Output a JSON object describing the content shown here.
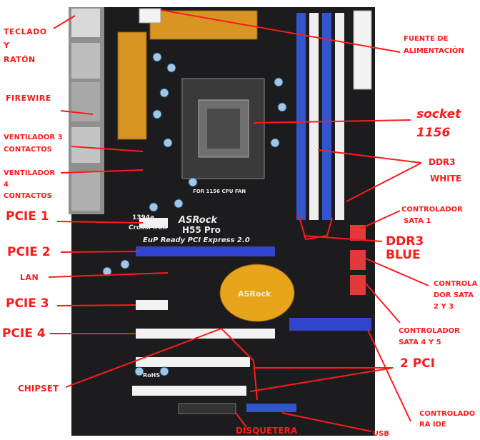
{
  "labels": {
    "teclado_l1": "TECLADO",
    "teclado_l2": "Y",
    "teclado_l3": "RATÓN",
    "firewire": "FIREWIRE",
    "vent3_l1": "VENTILADOR 3",
    "vent3_l2": "CONTACTOS",
    "vent4_l1": "VENTILADOR",
    "vent4_l2": "4",
    "vent4_l3": "CONTACTOS",
    "pcie1": "PCIE 1",
    "pcie2": "PCIE 2",
    "lan": "LAN",
    "pcie3": "PCIE 3",
    "pcie4": "PCIE 4",
    "chipset": "CHIPSET",
    "fuente_l1": "FUENTE DE",
    "fuente_l2": "ALIMENTACIÓN",
    "socket_l1": "socket",
    "socket_l2": "1156",
    "ddr3w_l1": "DDR3",
    "ddr3w_l2": "WHITE",
    "sata1_l1": "CONTROLADOR",
    "sata1_l2": "SATA 1",
    "ddr3b_l1": "DDR3",
    "ddr3b_l2": "BLUE",
    "sata23_l1": "CONTROLA",
    "sata23_l2": "DOR SATA",
    "sata23_l3": "2 Y 3",
    "sata45_l1": "CONTROLADOR",
    "sata45_l2": "SATA 4 Y 5",
    "pci2": "2 PCI",
    "ide_l1": "CONTROLADO",
    "ide_l2": "RA IDE",
    "disquetera": "DISQUETERA",
    "usb": "USB"
  }
}
